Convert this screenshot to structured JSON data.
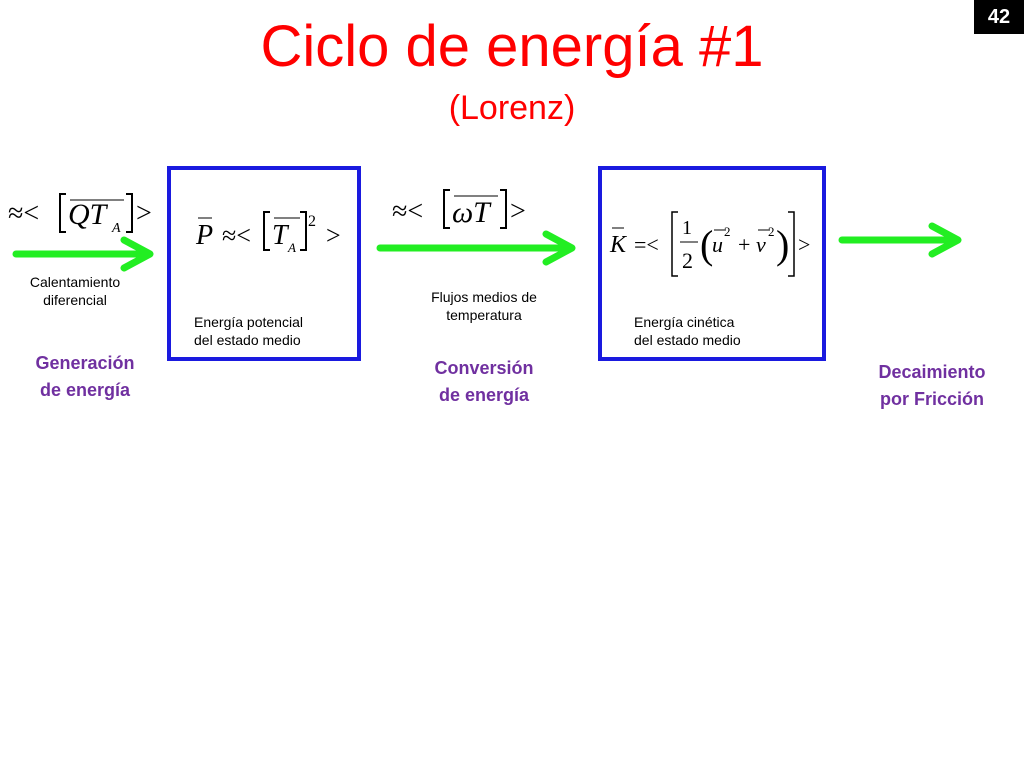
{
  "slide": {
    "number": "42",
    "title": "Ciclo de energía  #1",
    "subtitle": "(Lorenz)"
  },
  "equations": {
    "generation": "≈< [QT_A] >",
    "potential": "P ≈< [T_A]^2 >",
    "conversion": "≈< [ωT] >",
    "kinetic": "K =< [ 1/2 ( u^2 + v^2 ) ] >"
  },
  "labels": {
    "differential_heating_line1": "Calentamiento",
    "differential_heating_line2": "diferencial",
    "potential_line1": "Energía potencial",
    "potential_line2": "del estado medio",
    "fluxes_line1": "Flujos medios de",
    "fluxes_line2": "temperatura",
    "kinetic_line1": "Energía cinética",
    "kinetic_line2": "del estado medio"
  },
  "stages": {
    "generation_line1": "Generación",
    "generation_line2": "de energía",
    "conversion_line1": "Conversión",
    "conversion_line2": "de energía",
    "decay_line1": "Decaimiento",
    "decay_line2": "por Fricción"
  },
  "colors": {
    "title": "#ff0000",
    "box_border": "#1a1adf",
    "arrow": "#22ee22",
    "stage_label": "#7030a0"
  }
}
